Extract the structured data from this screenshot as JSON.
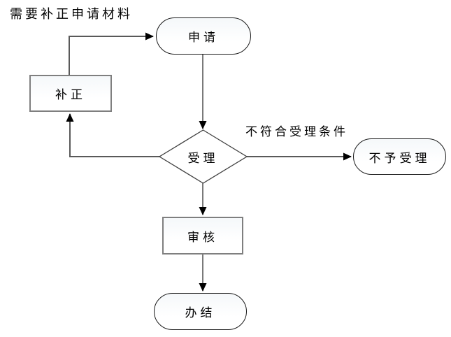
{
  "diagram": {
    "annotations": {
      "top_left_note": "需要补正申请材料",
      "branch_label": "不符合受理条件"
    },
    "nodes": {
      "apply": {
        "label": "申请",
        "shape": "stadium"
      },
      "supplement": {
        "label": "补正",
        "shape": "rect"
      },
      "accept": {
        "label": "受理",
        "shape": "diamond"
      },
      "not_accepted": {
        "label": "不予受理",
        "shape": "stadium"
      },
      "review": {
        "label": "审核",
        "shape": "rect"
      },
      "complete": {
        "label": "办结",
        "shape": "stadium"
      }
    },
    "colors": {
      "stadium_border": "#1a1a1a",
      "rect_border": "#7f7f7f",
      "diamond_border": "#404040",
      "connector": "#595959",
      "arrowhead": "#000000",
      "text": "#000000",
      "background": "#ffffff"
    }
  }
}
